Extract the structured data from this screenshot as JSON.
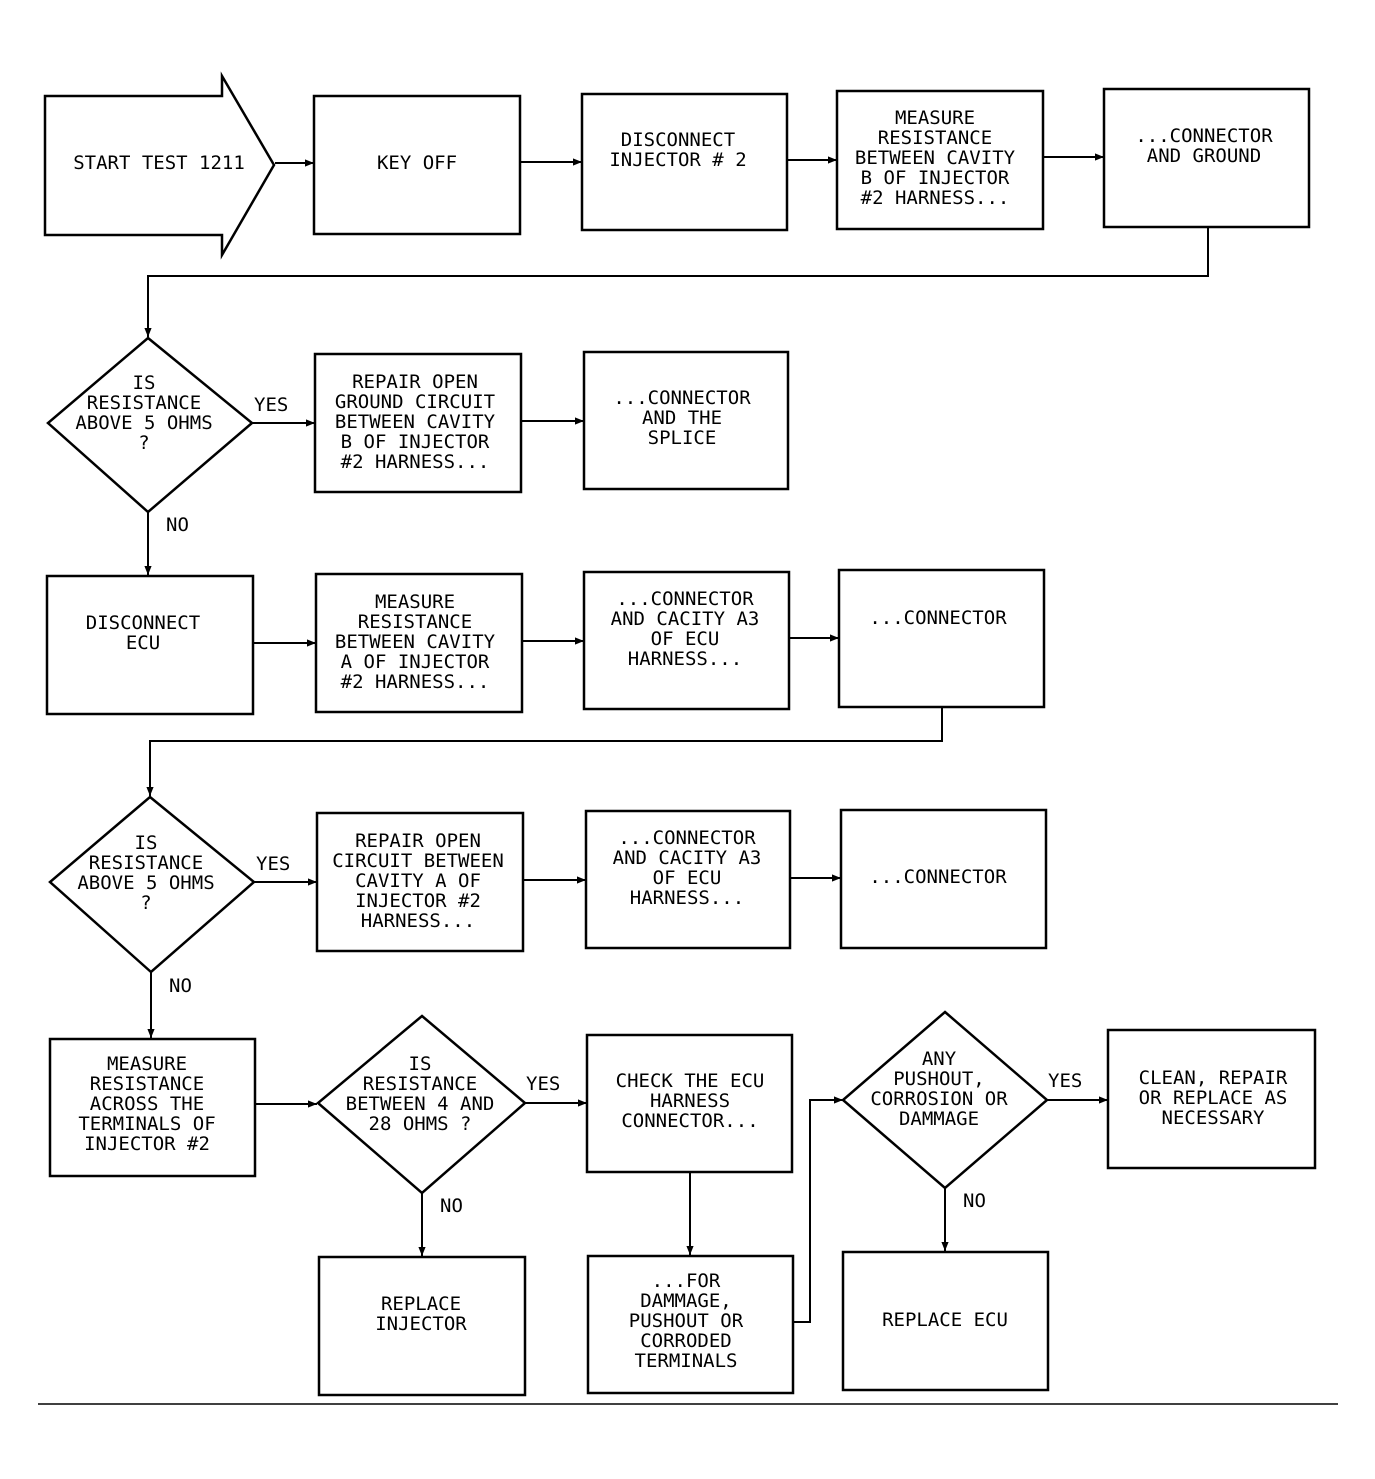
{
  "nodes": {
    "start": [
      "START TEST 1211"
    ],
    "key_off": [
      "KEY OFF"
    ],
    "disconnect_inj": [
      "DISCONNECT",
      "INJECTOR # 2"
    ],
    "measure_b": [
      "MEASURE",
      "RESISTANCE",
      "BETWEEN CAVITY",
      "B OF INJECTOR",
      "#2 HARNESS..."
    ],
    "conn_ground": [
      "...CONNECTOR",
      "AND GROUND"
    ],
    "q1": [
      "IS",
      "RESISTANCE",
      "ABOVE 5 OHMS",
      "?"
    ],
    "repair_ground": [
      "REPAIR OPEN",
      "GROUND CIRCUIT",
      "BETWEEN CAVITY",
      "B OF INJECTOR",
      "#2 HARNESS..."
    ],
    "conn_splice": [
      "...CONNECTOR",
      "AND THE",
      "SPLICE"
    ],
    "disconnect_ecu": [
      "DISCONNECT",
      "ECU"
    ],
    "measure_a": [
      "MEASURE",
      "RESISTANCE",
      "BETWEEN CAVITY",
      "A OF INJECTOR",
      "#2 HARNESS..."
    ],
    "conn_a3_1": [
      "...CONNECTOR",
      "AND CACITY A3",
      "OF ECU",
      "HARNESS..."
    ],
    "conn_1": [
      "...CONNECTOR"
    ],
    "q2": [
      "IS",
      "RESISTANCE",
      "ABOVE 5 OHMS",
      "?"
    ],
    "repair_a": [
      "REPAIR OPEN",
      "CIRCUIT BETWEEN",
      "CAVITY A OF",
      "INJECTOR #2",
      "HARNESS..."
    ],
    "conn_a3_2": [
      "...CONNECTOR",
      "AND CACITY A3",
      "OF ECU",
      "HARNESS..."
    ],
    "conn_2": [
      "...CONNECTOR"
    ],
    "measure_terminals": [
      "MEASURE",
      "RESISTANCE",
      "ACROSS THE",
      "TERMINALS OF",
      "INJECTOR #2"
    ],
    "q3": [
      "IS",
      "RESISTANCE",
      "BETWEEN 4 AND",
      "28 OHMS ?"
    ],
    "check_ecu": [
      "CHECK THE ECU",
      "HARNESS",
      "CONNECTOR..."
    ],
    "q4": [
      "ANY",
      "PUSHOUT,",
      "CORROSION OR",
      "DAMMAGE"
    ],
    "clean": [
      "CLEAN, REPAIR",
      "OR REPLACE AS",
      "NECESSARY"
    ],
    "replace_inj": [
      "REPLACE",
      "INJECTOR"
    ],
    "for_damage": [
      "...FOR",
      "DAMMAGE,",
      "PUSHOUT OR",
      "CORRODED",
      "TERMINALS"
    ],
    "replace_ecu": [
      "REPLACE ECU"
    ]
  },
  "labels": {
    "q1_yes": "YES",
    "q1_no": "NO",
    "q2_yes": "YES",
    "q2_no": "NO",
    "q3_yes": "YES",
    "q3_no": "NO",
    "q4_yes": "YES",
    "q4_no": "NO"
  }
}
